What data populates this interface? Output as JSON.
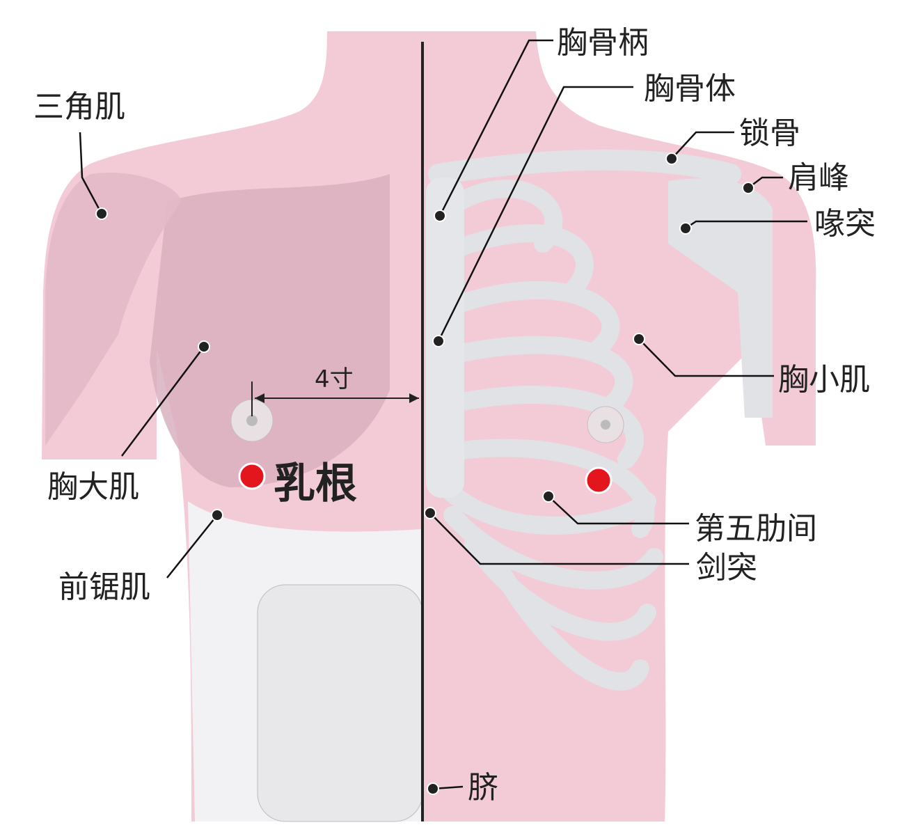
{
  "labels": {
    "manubrium": "胸骨柄",
    "sternum_body": "胸骨体",
    "clavicle": "锁骨",
    "acromion": "肩峰",
    "coracoid": "喙突",
    "pectoralis_minor": "胸小肌",
    "fifth_intercostal": "第五肋间",
    "xiphoid": "剑突",
    "navel": "脐",
    "deltoid": "三角肌",
    "pectoralis_major": "胸大肌",
    "serratus_anterior": "前锯肌"
  },
  "acupoint": {
    "name": "乳根",
    "color": "#e2161c"
  },
  "measurement": "4寸",
  "colors": {
    "skin": "#f2c6d2",
    "bone": "#e4e6ea",
    "muscle": "#e0b6c6"
  }
}
